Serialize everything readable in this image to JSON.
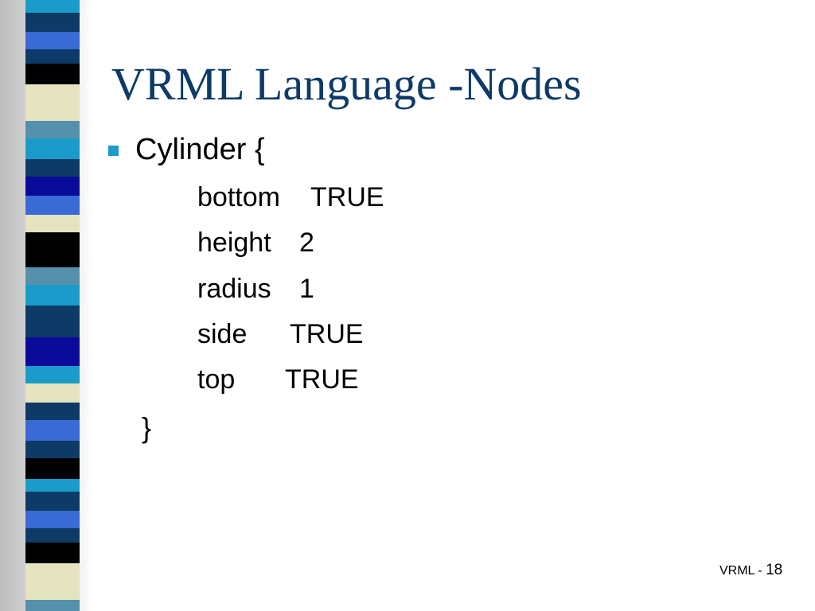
{
  "slide": {
    "title": "VRML Language -Nodes",
    "bullet": "Cylinder {",
    "fields": [
      {
        "name": "bottom",
        "value": "TRUE"
      },
      {
        "name": "height",
        "value": "2"
      },
      {
        "name": "radius",
        "value": "1"
      },
      {
        "name": "side",
        "value": "TRUE"
      },
      {
        "name": "top",
        "value": "TRUE"
      }
    ],
    "closing": "}",
    "footer_label": "VRML - ",
    "page_number": "18"
  },
  "colors": {
    "title": "#0d3a66",
    "bullet_marker": "#1a9bc9",
    "band_palette": [
      "#1a9bc9",
      "#0d3a66",
      "#3a6ad4",
      "#000000",
      "#e4e4c0",
      "#5591ad",
      "#0a0a9a"
    ]
  }
}
